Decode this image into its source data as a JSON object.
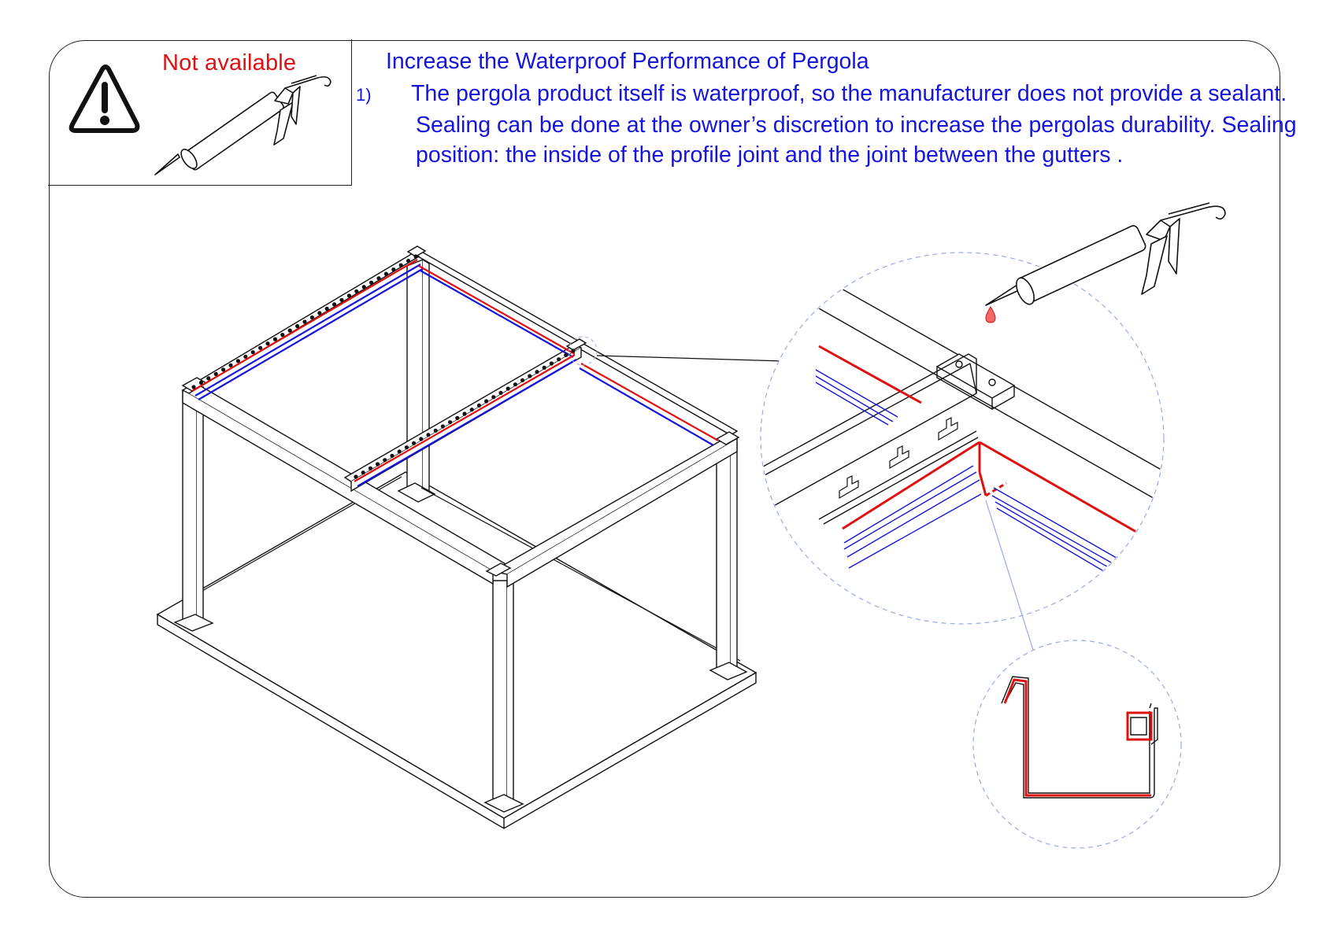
{
  "notice": {
    "label": "Not available",
    "warning_icon": "warning-triangle-icon",
    "tool_icon": "caulking-gun-icon"
  },
  "instructions": {
    "heading": "Increase the Waterproof Performance of Pergola",
    "step_number": "1)",
    "step_text": "The pergola product itself is waterproof, so the manufacturer does not provide a sealant. Sealing can be done at the owner’s discretion to increase the pergolas durability. Sealing position: the inside of the profile joint and the joint between the gutters ."
  },
  "colors": {
    "text_blue": "#1414dc",
    "warning_red": "#e01010",
    "sealant_red": "#e01010",
    "line_blue": "#1414dc",
    "outline": "#222222"
  }
}
